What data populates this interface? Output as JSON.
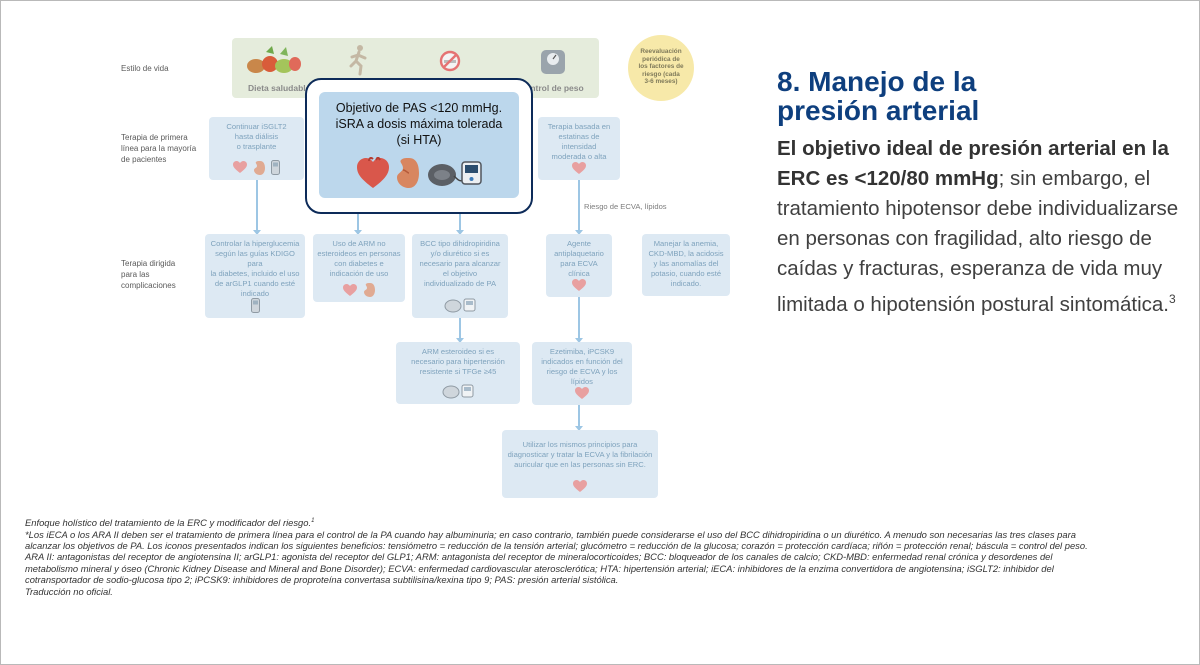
{
  "row_labels": {
    "lifestyle": "Estilo de vida",
    "first_line": [
      "Terapia de primera",
      "línea para la mayoría",
      "de pacientes"
    ],
    "targeted": [
      "Terapia dirigida",
      "para las",
      "complicaciones"
    ]
  },
  "lifestyle": {
    "diet": "Dieta saludable",
    "weight": "Control de peso"
  },
  "reevaluation": [
    "Reevaluación",
    "periódica de",
    "los factores de",
    "riesgo (cada",
    "3-6 meses)"
  ],
  "first_line_boxes": {
    "sglt2": [
      "Continuar iSGLT2",
      "hasta diálisis",
      "o trasplante"
    ],
    "statin": [
      "Terapia basada en",
      "estatinas de intensidad",
      "moderada o alta"
    ]
  },
  "focus_box": [
    "Objetivo de PAS <120 mmHg.",
    "iSRA a dosis máxima tolerada",
    "(si HTA)"
  ],
  "cvd_label": "Riesgo de ECVA, lípidos",
  "targeted_boxes": {
    "glycemia": [
      "Controlar la hiperglucemia",
      "según las guías KDIGO para",
      "la diabetes, incluido el uso",
      "de arGLP1 cuando esté",
      "indicado"
    ],
    "mra": [
      "Uso de ARM no",
      "esteroideos en personas",
      "con diabetes e",
      "indicación de uso"
    ],
    "ccb": [
      "BCC tipo dihidropiridina",
      "y/o diurético si es",
      "necesario para alcanzar",
      "el objetivo",
      "individualizado de PA"
    ],
    "antiplatelet": [
      "Agente",
      "antiplaquetario",
      "para ECVA clínica"
    ],
    "anemia": [
      "Manejar la anemia,",
      "CKD-MBD, la acidosis",
      "y las anomalías del",
      "potasio, cuando esté",
      "indicado."
    ]
  },
  "third_row_boxes": {
    "steroid_mra": [
      "ARM esteroideo si es",
      "necesario para hipertensión",
      "resistente si TFGe ≥45"
    ],
    "ezetimibe": [
      "Ezetimiba, iPCSK9",
      "indicados en función del",
      "riesgo de ECVA y los lípidos"
    ]
  },
  "principles_box": [
    "Utilizar los mismos principios para",
    "diagnosticar y tratar la ECVA y la fibrilación",
    "auricular que en las personas sin ERC."
  ],
  "heading": [
    "8. Manejo de la",
    "presión arterial"
  ],
  "body": {
    "bold_part": "El objetivo ideal de presión arterial en la ERC es <120/80 mmHg",
    "rest": "; sin embargo, el tratamiento hipotensor debe individualizarse en personas con fragilidad, alto riesgo de caídas y fracturas, esperanza de vida muy limitada o hipotensión postural sintomática.",
    "ref": "3"
  },
  "footnotes": {
    "caption": "Enfoque holístico del tratamiento de la ERC y modificador del riesgo.",
    "caption_ref": "1",
    "lines": [
      "*Los iECA o los ARA II deben ser el tratamiento de primera línea para el control de la PA cuando hay albuminuria; en caso contrario, también puede considerarse el uso del BCC dihidropiridina o un diurético. A menudo son necesarias las tres clases para",
      "alcanzar los objetivos de PA. Los iconos presentados indican los siguientes beneficios: tensiómetro = reducción de la tensión arterial; glucómetro = reducción de la glucosa; corazón = protección cardíaca; riñón = protección renal; báscula = control del peso.",
      "ARA II: antagonistas del receptor de angiotensina II; arGLP1: agonista del receptor del GLP1; ARM: antagonista del receptor de mineralocorticoides; BCC: bloqueador de los canales de calcio; CKD-MBD: enfermedad renal crónica y desordenes del",
      "metabolismo mineral y óseo (Chronic Kidney Disease and Mineral and Bone Disorder); ECVA: enfermedad cardiovascular aterosclerótica; HTA: hipertensión arterial; iECA: inhibidores de la enzima convertidora de angiotensina; iSGLT2: inhibidor del",
      "cotransportador de sodio-glucosa tipo 2; iPCSK9: inhibidores de proproteína convertasa subtilisina/kexina tipo 9; PAS: presión arterial sistólica.",
      "Traducción no oficial."
    ]
  },
  "colors": {
    "heading": "#0e3f7e",
    "focus_border": "#0d2b59",
    "focus_fill": "#bcd7ec",
    "box_fill": "#dde9f3",
    "box_text": "#7fa3bd",
    "lifestyle_fill": "#e5ecdc",
    "reeval_fill": "#f7e9a9",
    "arrow": "#9dc6e4"
  },
  "icons": [
    "vegetables-icon",
    "runner-icon",
    "no-smoking-icon",
    "scale-icon",
    "heart-icon",
    "kidney-icon",
    "blood-pressure-monitor-icon",
    "glucometer-icon"
  ]
}
